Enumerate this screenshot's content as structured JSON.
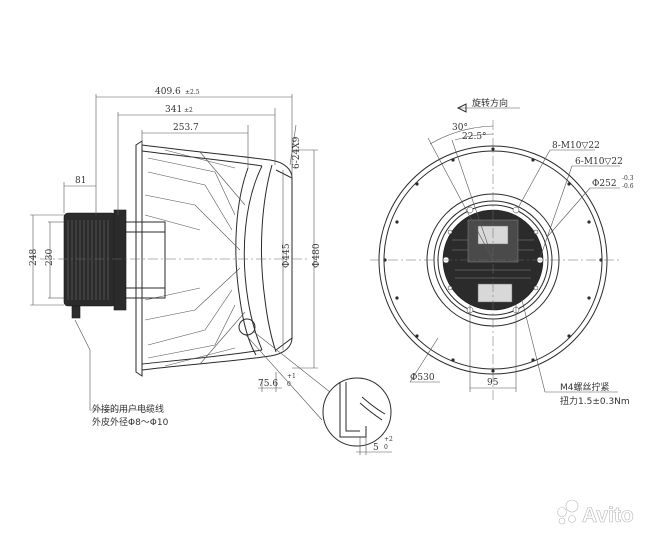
{
  "dims": {
    "w409": "409.6",
    "w409_tol": "±2.5",
    "w341": "341",
    "w341_tol": "±2",
    "w253": "253.7",
    "w81": "81",
    "h248": "248",
    "h230": "230",
    "d445": "Φ445",
    "d480": "Φ480",
    "holes6": "6-24X9",
    "d75": "75.6",
    "d75_tol_up": "+1",
    "d75_tol_dn": "0",
    "lip5": "5",
    "lip5_tol_up": "+2",
    "lip5_tol_dn": "0",
    "ang30": "30°",
    "ang22": "22.5°",
    "m10_8": "8-M10▽22",
    "m10_6": "6-M10▽22",
    "d252": "Φ252",
    "d252_tol_up": "-0.3",
    "d252_tol_dn": "-0.6",
    "d530": "Φ530",
    "w95": "95"
  },
  "notes": {
    "rotation": "旋转方向",
    "cable_line1": "外接的用户电缆线",
    "cable_line2": "外皮外径Φ8～Φ10",
    "m4_line1": "M4螺丝拧紧",
    "m4_line2": "扭力1.5±0.3Nm"
  },
  "watermark": {
    "text": "Avito"
  },
  "colors": {
    "line": "#2a2a2a",
    "dark_fill": "#2b2b2b"
  }
}
